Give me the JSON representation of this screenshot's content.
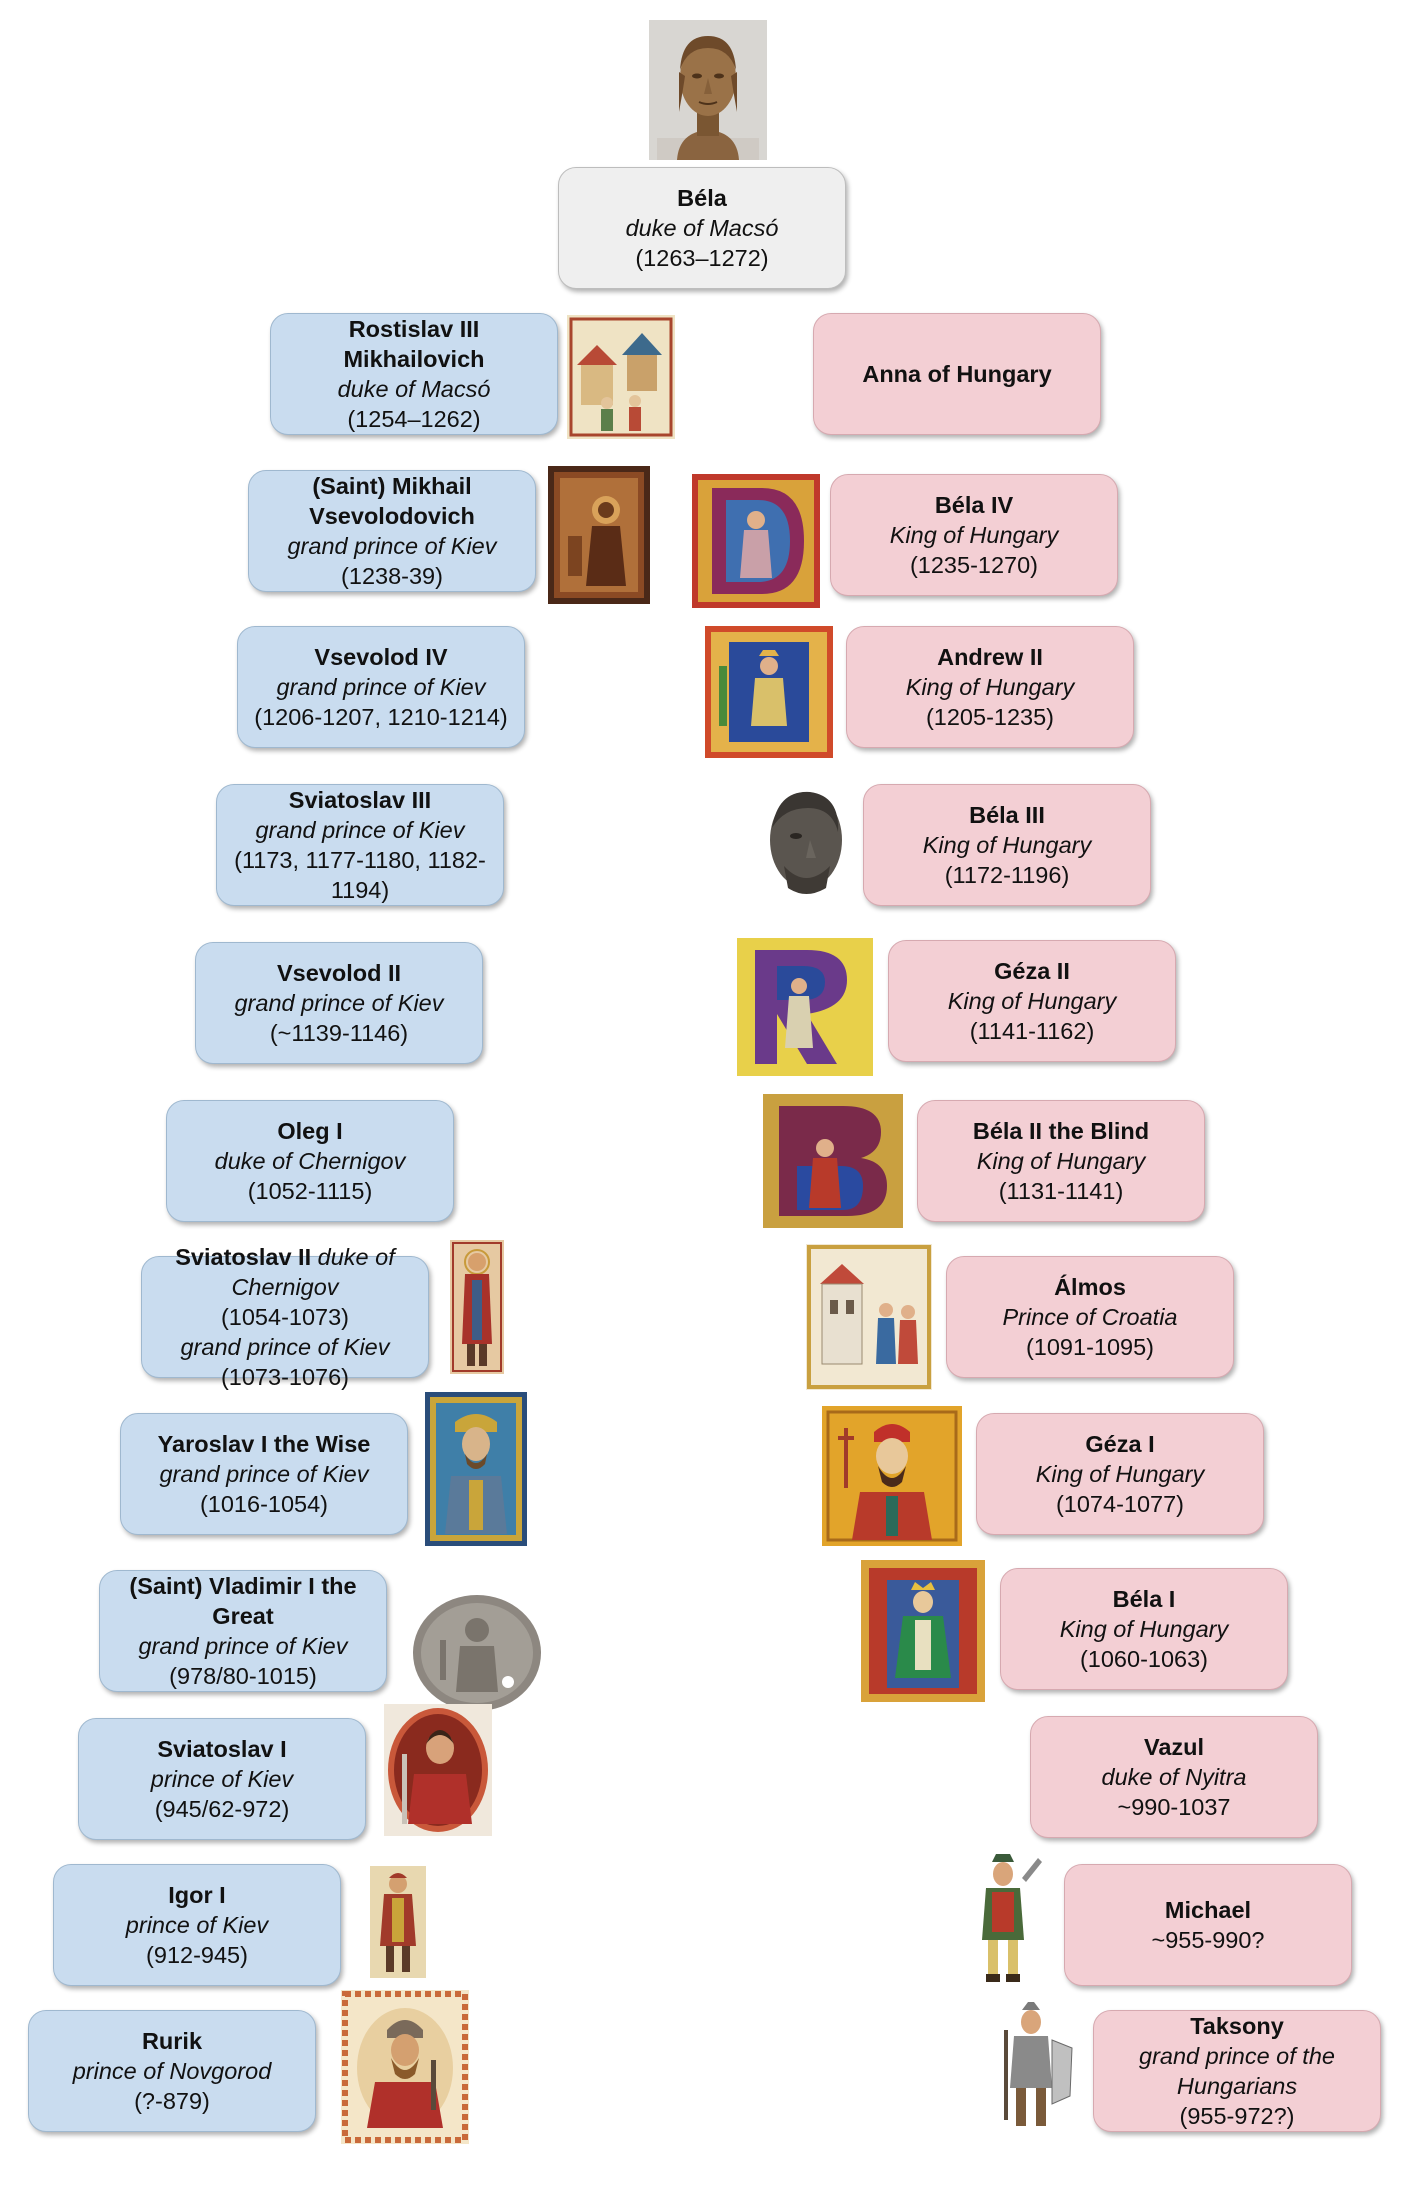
{
  "top": {
    "name": "Béla",
    "title": "duke of Macsó",
    "dates": "(1263–1272)"
  },
  "left": [
    {
      "name": "Rostislav III Mikhailovich",
      "title": "duke of Macsó",
      "dates": "(1254–1262)"
    },
    {
      "name": "(Saint) Mikhail Vsevolodovich",
      "title": "grand prince of Kiev",
      "dates": "(1238-39)"
    },
    {
      "name": "Vsevolod IV",
      "title": "grand prince of Kiev",
      "dates": "(1206-1207, 1210-1214)"
    },
    {
      "name": "Sviatoslav III",
      "title": "grand prince of Kiev",
      "dates": "(1173, 1177-1180, 1182-1194)"
    },
    {
      "name": "Vsevolod II",
      "title": "grand prince of Kiev",
      "dates": "(~1139-1146)"
    },
    {
      "name": "Oleg I",
      "title": "duke of Chernigov",
      "dates": "(1052-1115)"
    },
    {
      "name": "Sviatoslav II",
      "title": "duke of Chernigov",
      "dates": "(1054-1073)",
      "title2": "grand prince of Kiev",
      "dates2": "(1073-1076)"
    },
    {
      "name": "Yaroslav I the Wise",
      "title": "grand prince of Kiev",
      "dates": "(1016-1054)"
    },
    {
      "name": "(Saint) Vladimir I the Great",
      "title": "grand prince of Kiev",
      "dates": "(978/80-1015)"
    },
    {
      "name": "Sviatoslav I",
      "title": "prince of Kiev",
      "dates": "(945/62-972)"
    },
    {
      "name": "Igor I",
      "title": "prince of Kiev",
      "dates": "(912-945)"
    },
    {
      "name": "Rurik",
      "title": "prince of Novgorod",
      "dates": "(?-879)"
    }
  ],
  "right": [
    {
      "name": "Anna of Hungary",
      "title": "",
      "dates": ""
    },
    {
      "name": "Béla IV",
      "title": "King of Hungary",
      "dates": "(1235-1270)"
    },
    {
      "name": "Andrew II",
      "title": "King of Hungary",
      "dates": "(1205-1235)"
    },
    {
      "name": "Béla III",
      "title": "King of Hungary",
      "dates": "(1172-1196)"
    },
    {
      "name": "Géza II",
      "title": "King of Hungary",
      "dates": "(1141-1162)"
    },
    {
      "name": "Béla II the Blind",
      "title": "King of Hungary",
      "dates": "(1131-1141)"
    },
    {
      "name": "Álmos",
      "title": "Prince of Croatia",
      "dates": "(1091-1095)"
    },
    {
      "name": "Géza I",
      "title": "King of Hungary",
      "dates": "(1074-1077)"
    },
    {
      "name": "Béla I",
      "title": "King of Hungary",
      "dates": "(1060-1063)"
    },
    {
      "name": "Vazul",
      "title": "duke of Nyitra",
      "dates": "~990-1037"
    },
    {
      "name": "Michael",
      "title": "",
      "dates": "~955-990?"
    },
    {
      "name": "Taksony",
      "title": "grand prince of the Hungarians",
      "dates": "(955-972?)"
    }
  ],
  "colors": {
    "left_box": "#c9dcef",
    "right_box": "#f3cfd4",
    "top_box": "#efefef"
  },
  "images": {
    "top": "bust-portrait",
    "left": [
      "miniature-painting",
      "icon-painting",
      "",
      "",
      "",
      "",
      "saint-figure",
      "mosaic-portrait",
      "silver-coin",
      "portrait-painting",
      "prince-figure",
      "ornate-portrait"
    ],
    "right": [
      "",
      "illuminated-initial",
      "illuminated-initial",
      "sculpted-head",
      "illuminated-initial",
      "illuminated-initial",
      "chronicle-miniature",
      "byzantine-enamel",
      "enthroned-king",
      "",
      "warrior-figure",
      "warrior-figure"
    ]
  }
}
